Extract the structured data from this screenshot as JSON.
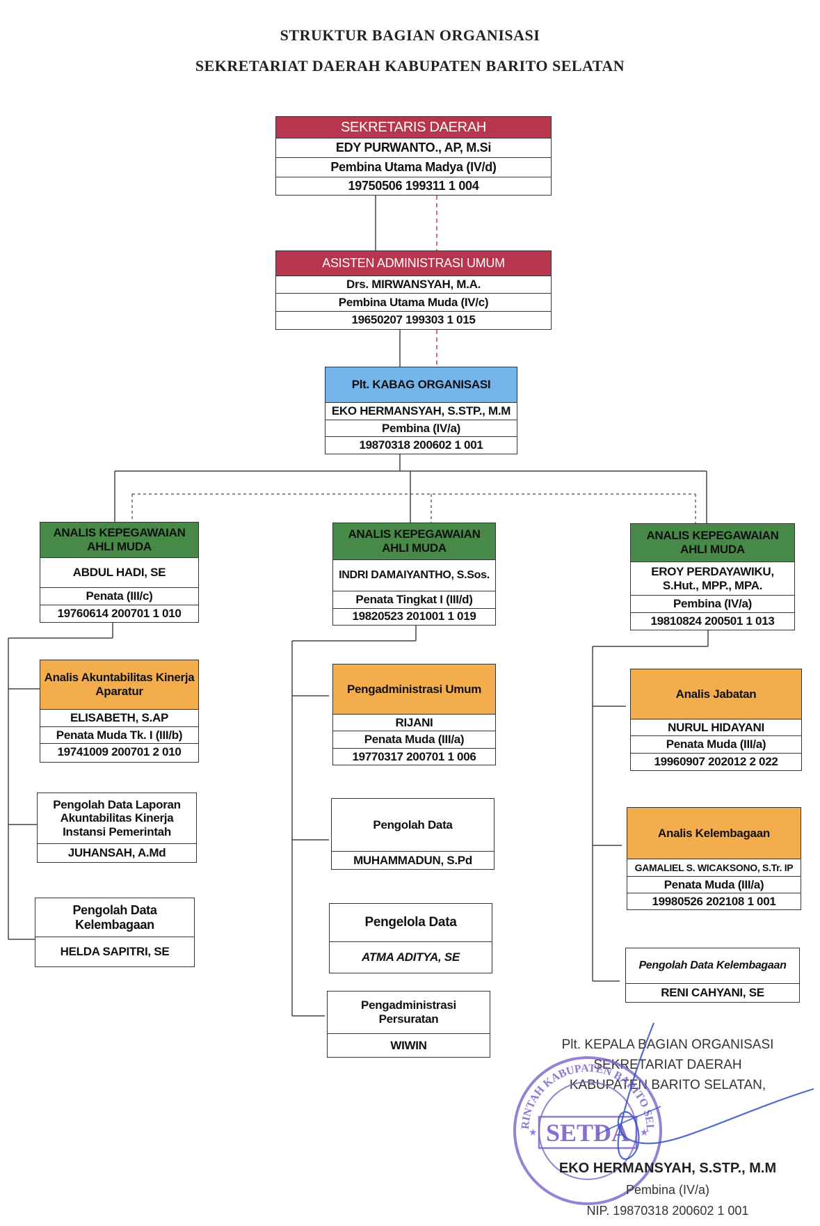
{
  "header": {
    "title_line1": "STRUKTUR BAGIAN ORGANISASI",
    "title_line2": "SEKRETARIAT DAERAH KABUPATEN BARITO SELATAN"
  },
  "colors": {
    "red": "#b8354e",
    "blue": "#74b4ea",
    "green": "#478a48",
    "orange": "#f4ad4c"
  },
  "sekda": {
    "title": "SEKRETARIS DAERAH",
    "name": "EDY PURWANTO., AP, M.Si",
    "rank": "Pembina Utama Madya (IV/d)",
    "nip": "19750506 199311 1 004"
  },
  "asisten": {
    "title": "ASISTEN ADMINISTRASI UMUM",
    "name": "Drs. MIRWANSYAH, M.A.",
    "rank": "Pembina Utama Muda (IV/c)",
    "nip": "19650207 199303 1 015"
  },
  "kabag": {
    "title": "Plt. KABAG ORGANISASI",
    "name": "EKO HERMANSYAH, S.STP., M.M",
    "rank": "Pembina (IV/a)",
    "nip": "19870318 200602 1 001"
  },
  "analis_left": {
    "title": "ANALIS KEPEGAWAIAN AHLI MUDA",
    "name": "ABDUL HADI, SE",
    "rank": "Penata (III/c)",
    "nip": "19760614 200701 1 010"
  },
  "analis_mid": {
    "title": "ANALIS KEPEGAWAIAN AHLI MUDA",
    "name": "INDRI DAMAIYANTHO, S.Sos.",
    "rank": "Penata Tingkat I (III/d)",
    "nip": "19820523 201001 1 019"
  },
  "analis_right": {
    "title": "ANALIS KEPEGAWAIAN AHLI MUDA",
    "name": "EROY PERDAYAWIKU, S.Hut., MPP., MPA.",
    "rank": "Pembina (IV/a)",
    "nip": "19810824 200501 1 013"
  },
  "left_sub1": {
    "title": "Analis Akuntabilitas Kinerja Aparatur",
    "name": "ELISABETH, S.AP",
    "rank": "Penata Muda Tk. I (III/b)",
    "nip": "19741009 200701 2 010"
  },
  "left_sub2": {
    "title": "Pengolah Data Laporan Akuntabilitas Kinerja Instansi Pemerintah",
    "name": "JUHANSAH, A.Md"
  },
  "left_sub3": {
    "title": "Pengolah Data Kelembagaan",
    "name": "HELDA SAPITRI, SE"
  },
  "mid_sub1": {
    "title": "Pengadministrasi Umum",
    "name": "RIJANI",
    "rank": "Penata Muda (III/a)",
    "nip": "19770317 200701 1 006"
  },
  "mid_sub2": {
    "title": "Pengolah Data",
    "name": "MUHAMMADUN, S.Pd"
  },
  "mid_sub3": {
    "title": "Pengelola Data",
    "name": "ATMA ADITYA, SE"
  },
  "mid_sub4": {
    "title": "Pengadministrasi Persuratan",
    "name": "WIWIN"
  },
  "right_sub1": {
    "title": "Analis Jabatan",
    "name": "NURUL HIDAYANI",
    "rank": "Penata Muda (III/a)",
    "nip": "19960907 202012 2 022"
  },
  "right_sub2": {
    "title": "Analis Kelembagaan",
    "name": "GAMALIEL S. WICAKSONO, S.Tr. IP",
    "rank": "Penata Muda (III/a)",
    "nip": "19980526 202108 1 001"
  },
  "right_sub3": {
    "title": "Pengolah Data Kelembagaan",
    "name": "RENI CAHYANI, SE"
  },
  "signature": {
    "line1": "Plt. KEPALA BAGIAN ORGANISASI",
    "line2": "SEKRETARIAT DAERAH",
    "line3": "KABUPATEN BARITO SELATAN,",
    "name": "EKO HERMANSYAH, S.STP., M.M",
    "rank": "Pembina (IV/a)",
    "nip": "NIP. 19870318 200602 1 001",
    "stamp_text": "PEMERINTAH KABUPATEN BARITO SELATAN",
    "stamp_center": "SETDA"
  }
}
